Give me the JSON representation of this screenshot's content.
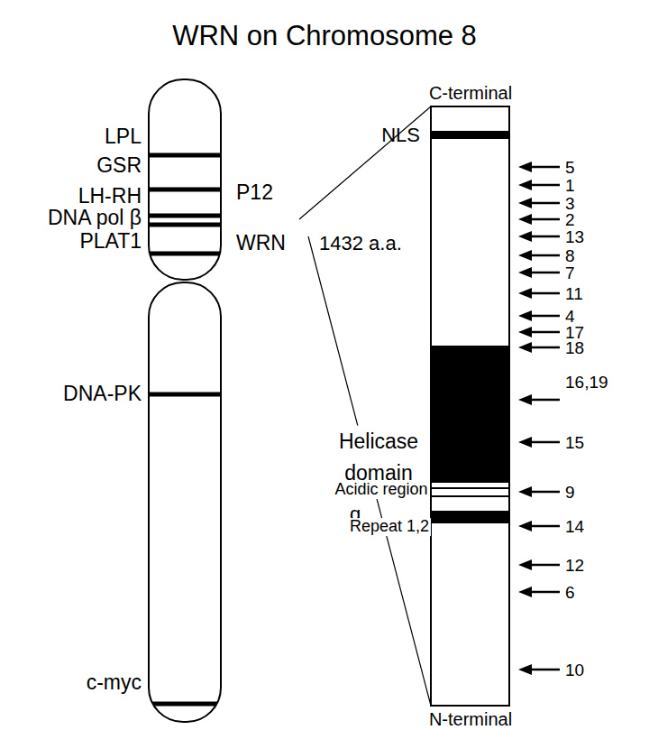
{
  "diagram": {
    "title": "WRN on Chromosome 8",
    "labels": [
      "LPL",
      "GSR",
      "LH-RH",
      "DNA pol β",
      "PLAT1",
      "DNA-PK",
      "c-myc",
      "P12",
      "WRN",
      "1432 a.a.",
      "q",
      "C-terminal",
      "NLS",
      "Helicase domain",
      "Acidic region",
      "Repeat 1,2",
      "5",
      "1",
      "3",
      "2",
      "13",
      "8",
      "7",
      "11",
      "4",
      "17",
      "18",
      "16,19",
      "15",
      "9",
      "14",
      "12",
      "6",
      "10",
      "N-terminal"
    ]
  }
}
